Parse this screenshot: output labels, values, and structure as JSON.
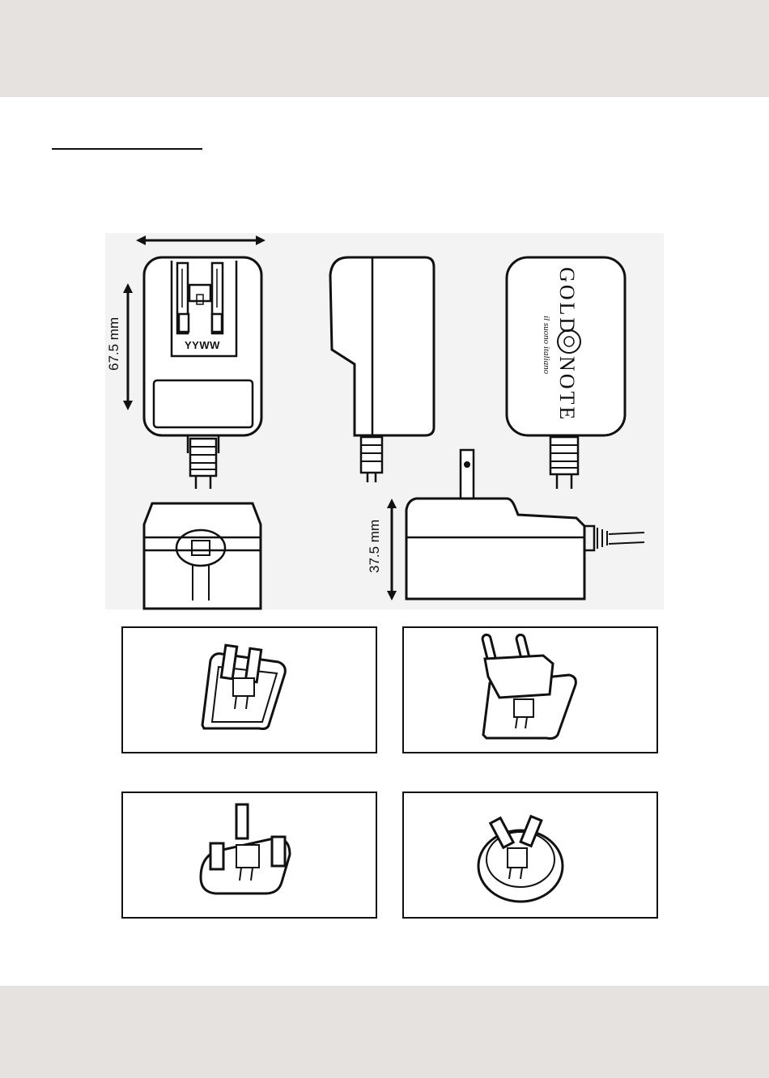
{
  "header_band": {
    "color": "#e5e2df"
  },
  "footer_band": {
    "color": "#e5e2df"
  },
  "dimensions": {
    "height_label": "67.5 mm",
    "depth_label": "37.5 mm"
  },
  "markings": {
    "date_code": "YYWW"
  },
  "logo": {
    "word1": "GOLD",
    "word2": "NOTE",
    "tagline": "il suono italiano"
  },
  "plug_adapters": [
    "US plug adapter",
    "EU plug adapter",
    "UK plug adapter",
    "AU plug adapter"
  ]
}
